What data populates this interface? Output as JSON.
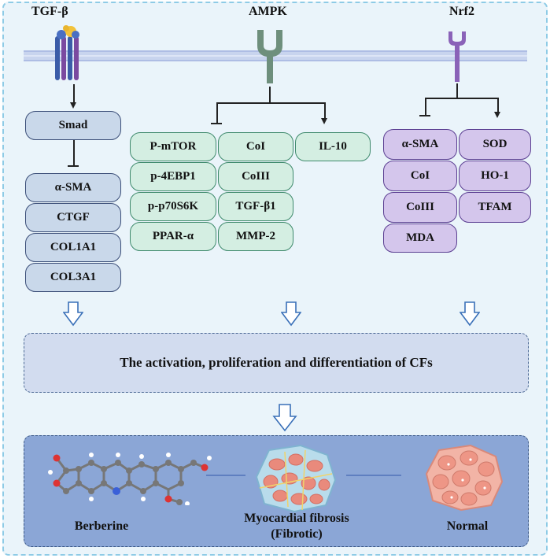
{
  "pathways": {
    "tgf": {
      "title": "TGF-β",
      "upstream": "Smad",
      "targets": [
        "α-SMA",
        "CTGF",
        "COL1A1",
        "COL3A1"
      ]
    },
    "ampk": {
      "title": "AMPK",
      "inhibited": [
        "P-mTOR",
        "p-4EBP1",
        "p-p70S6K",
        "PPAR-α",
        "CoI",
        "CoIII",
        "TGF-β1",
        "MMP-2"
      ],
      "activated": [
        "IL-10"
      ]
    },
    "nrf2": {
      "title": "Nrf2",
      "inhibited": [
        "α-SMA",
        "CoI",
        "CoIII",
        "MDA"
      ],
      "activated": [
        "SOD",
        "HO-1",
        "TFAM"
      ]
    }
  },
  "outcome": {
    "label": "The activation, proliferation and differentiation of CFs"
  },
  "bottom": {
    "compound": "Berberine",
    "fibrosis_line1": "Myocardial fibrosis",
    "fibrosis_line2": "(Fibrotic)",
    "normal": "Normal"
  },
  "colors": {
    "tgf_box": "#c9d8ea",
    "ampk_box": "#d4eee2",
    "nrf2_box": "#d4c6ec",
    "outcome_panel": "#d2dcef",
    "bottom_panel": "#8ba6d6"
  }
}
